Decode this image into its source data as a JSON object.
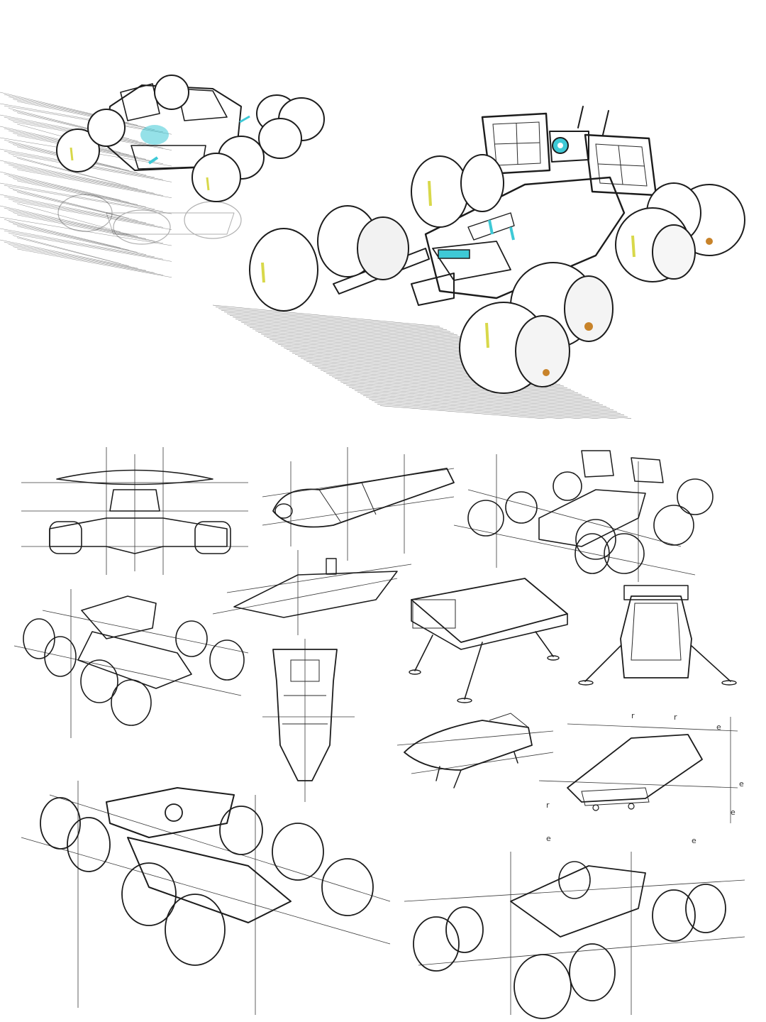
{
  "sheet": {
    "subject": "rover-concept-sketch-sheet",
    "accent_colors": {
      "cyan_glow": "#3ec9d6",
      "yellow_stripe": "#d8d84a",
      "amber_hub": "#c8832a",
      "ink": "#1c1c1c",
      "paper": "#ffffff"
    },
    "margin_marks": [
      "r",
      "r",
      "e",
      "e",
      "e",
      "e",
      "r",
      "e"
    ]
  }
}
